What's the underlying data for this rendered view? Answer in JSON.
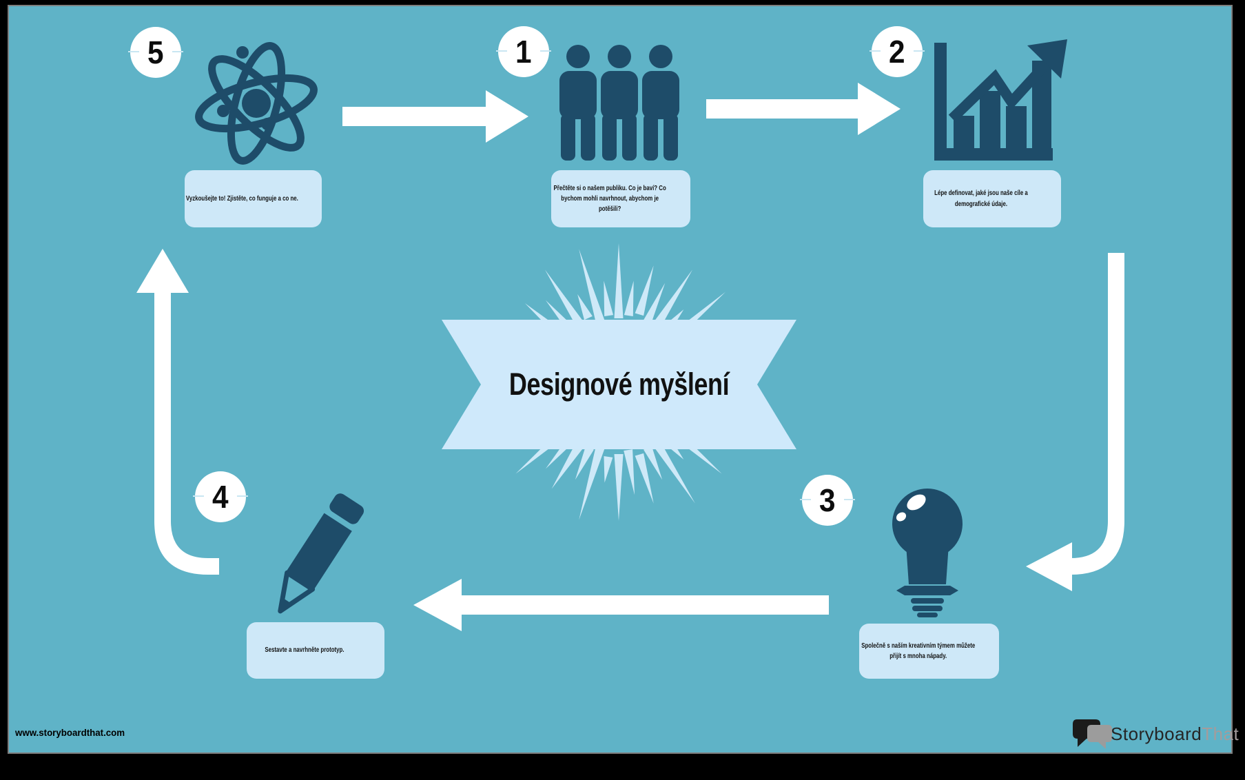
{
  "banner": {
    "title": "Designové myšlení"
  },
  "steps": [
    {
      "number": "1",
      "icon": "people-icon",
      "description": "Přečtěte si o našem publiku. Co je baví? Co bychom mohli navrhnout, abychom je potěšili?"
    },
    {
      "number": "2",
      "icon": "bar-chart-icon",
      "description": "Lépe definovat, jaké jsou naše cíle a demografické údaje."
    },
    {
      "number": "3",
      "icon": "lightbulb-icon",
      "description": "Společně s naším kreativním týmem můžete přijít s mnoha nápady."
    },
    {
      "number": "4",
      "icon": "pencil-icon",
      "description": "Sestavte a navrhněte prototyp."
    },
    {
      "number": "5",
      "icon": "atom-icon",
      "description": "Vyzkoušejte to! Zjistěte, co funguje a co ne."
    }
  ],
  "footer": {
    "url": "www.storyboardthat.com",
    "logo_storyboard": "Storyboard",
    "logo_that": "That"
  },
  "colors": {
    "background": "#5FB3C7",
    "ink": "#1E4C69",
    "box": "#CEE8F8",
    "banner": "#CFE9FB",
    "rays": "#D8EEFC",
    "arrow": "#FFFFFF"
  }
}
